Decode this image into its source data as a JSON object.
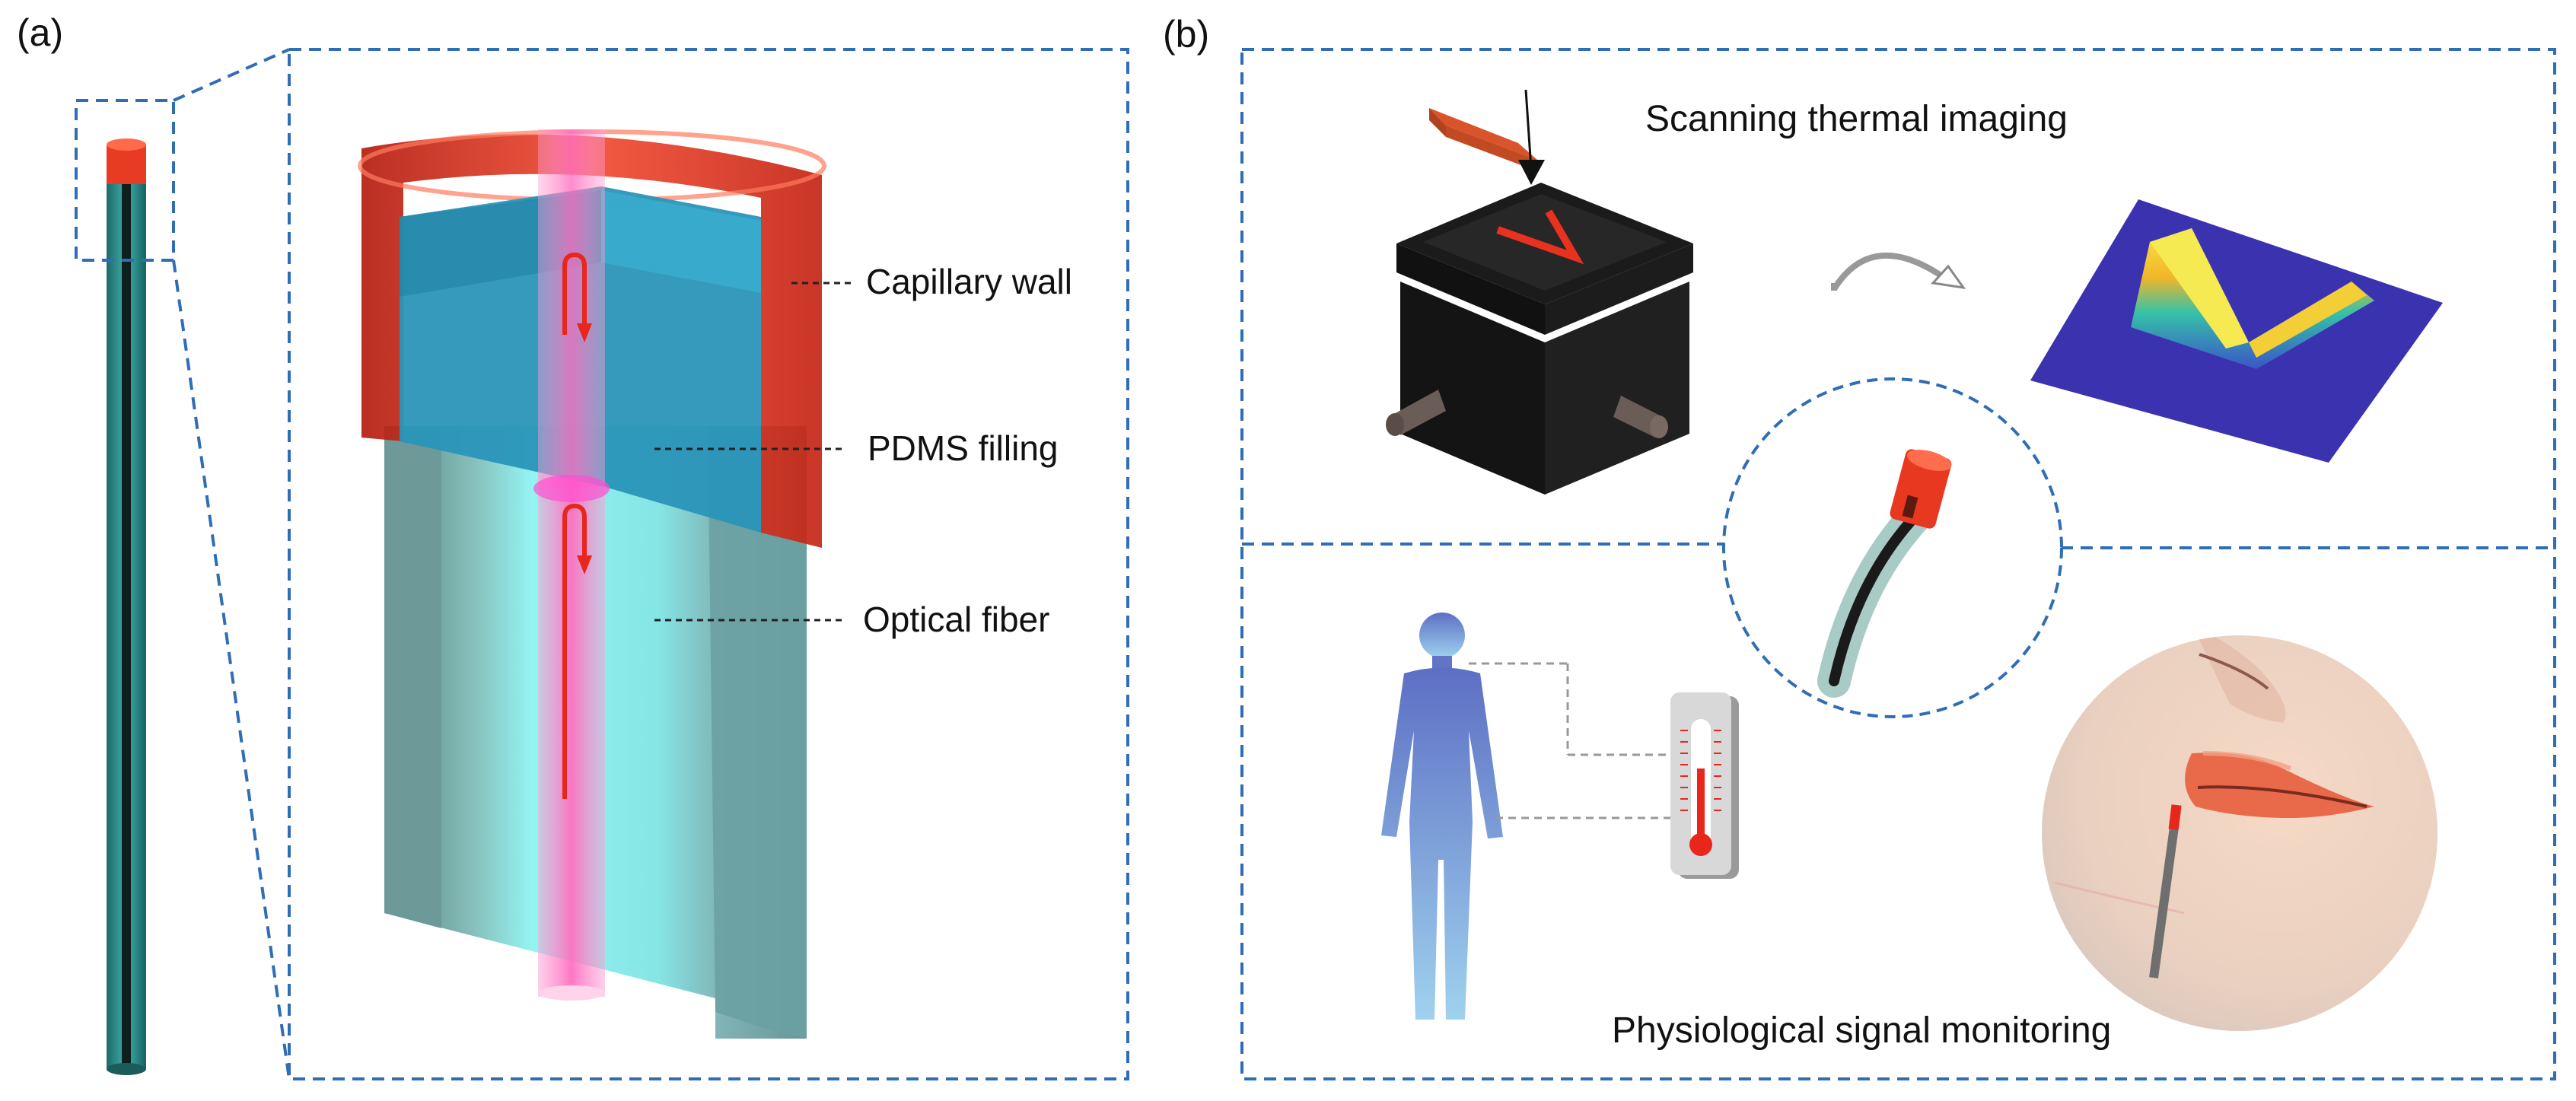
{
  "panel_a": {
    "tag": "(a)",
    "callouts": {
      "capillary_wall": "Capillary wall",
      "pdms_filling": "PDMS filling",
      "optical_fiber": "Optical fiber"
    }
  },
  "panel_b": {
    "tag": "(b)",
    "top_title": "Scanning thermal imaging",
    "bottom_title": "Physiological signal monitoring"
  },
  "colors": {
    "frame_dash": "#2f6db5",
    "capillary_red": "#e8321e",
    "pdms_blue": "#2a9bbd",
    "fiber_cyan": "#7fe3e6",
    "fiber_gray": "#5f8f8f",
    "light_pink": "#ff7fc8",
    "arrow_red": "#e8261c"
  },
  "icons": [
    "probe-icon",
    "sample-stage-icon",
    "curved-arrow-icon",
    "thermal-map-icon",
    "human-body-icon",
    "thermometer-icon",
    "face-sensor-icon"
  ]
}
